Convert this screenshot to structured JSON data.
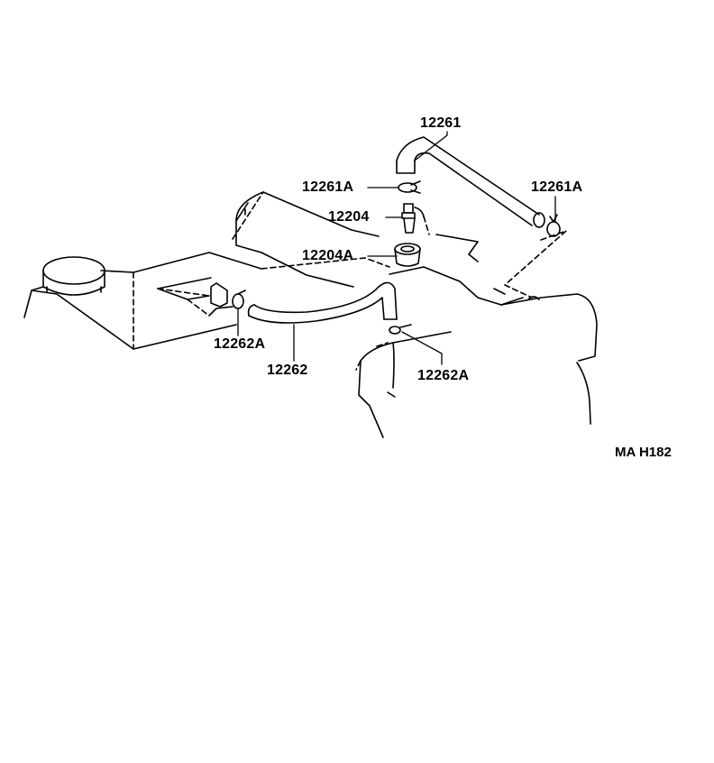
{
  "labels": {
    "p12261": "12261",
    "p12261A_left": "12261A",
    "p12261A_right": "12261A",
    "p12204": "12204",
    "p12204A": "12204A",
    "p12262A_left": "12262A",
    "p12262": "12262",
    "p12262A_right": "12262A"
  },
  "figure_code": "MA H182",
  "colors": {
    "line": "#000000",
    "background": "#ffffff"
  }
}
